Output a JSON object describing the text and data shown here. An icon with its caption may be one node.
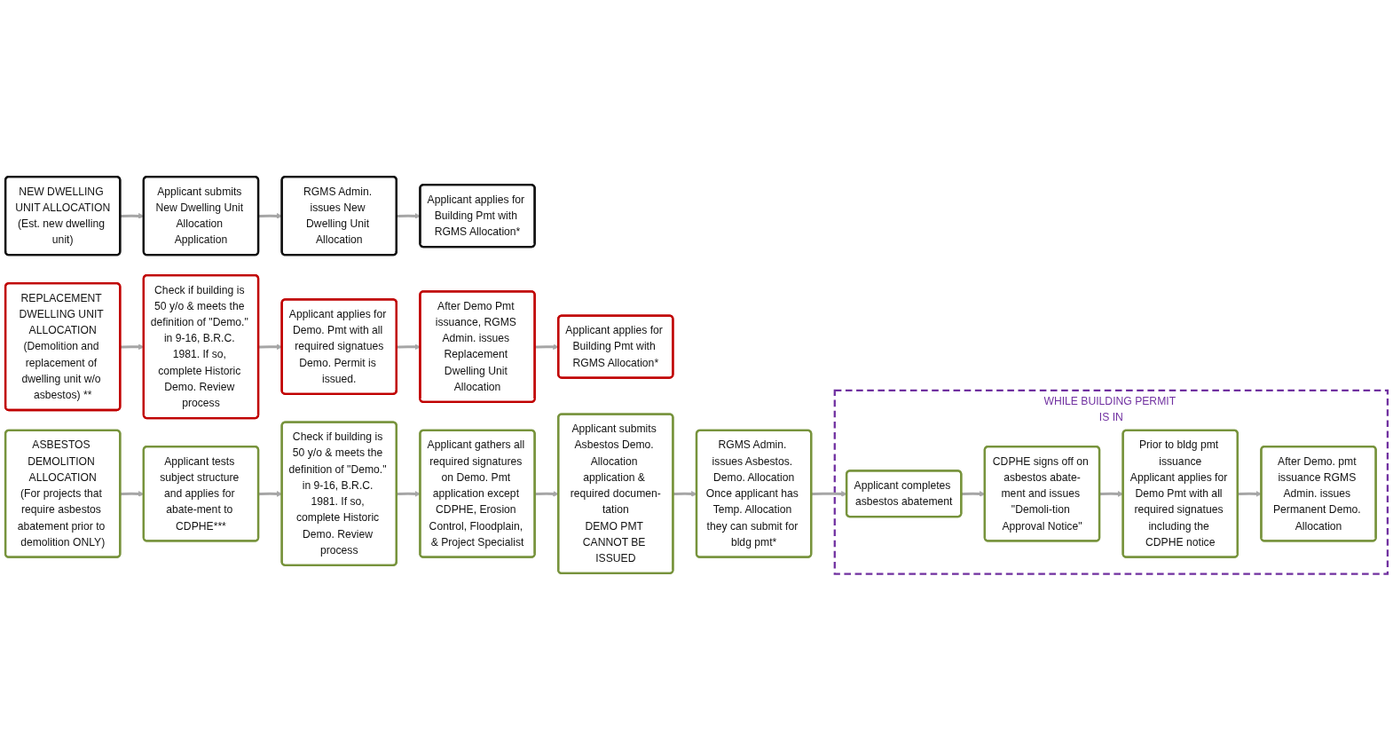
{
  "diagram": {
    "nodes": [
      {
        "text": [
          "NEW DWELLING UNIT ALLOCATION",
          "(Est. new dwelling unit)"
        ]
      },
      {
        "text": [
          "Applicant submits New Dwelling Unit Allocation Application"
        ]
      },
      {
        "text": [
          "RGMS Admin. issues New Dwelling Unit Allocation"
        ]
      },
      {
        "text": [
          "Applicant applies for Building Pmt with RGMS Allocation*"
        ]
      },
      {
        "text": [
          "REPLACEMENT DWELLING UNIT ALLOCATION",
          "(Demolition and replacement of dwelling unit w/o asbestos) **"
        ]
      },
      {
        "text": [
          "Check if building is 50 y/o & meets the definition of \"Demo.\" in 9-16, B.R.C. 1981. If so, complete Historic Demo. Review process"
        ]
      },
      {
        "text": [
          "Applicant applies for Demo. Pmt with all required signatues",
          "Demo. Permit is issued."
        ]
      },
      {
        "text": [
          "After Demo Pmt issuance, RGMS Admin. issues Replacement Dwelling Unit Allocation"
        ]
      },
      {
        "text": [
          "Applicant applies for Building Pmt with RGMS Allocation*"
        ]
      },
      {
        "text": [
          "ASBESTOS DEMOLITION ALLOCATION",
          "(For projects that require asbestos abatement prior to demolition ONLY)"
        ]
      },
      {
        "text": [
          "Applicant tests subject structure and applies for abate-ment to CDPHE***"
        ]
      },
      {
        "text": [
          "Check if building is 50 y/o & meets the definition of \"Demo.\" in 9-16, B.R.C. 1981. If so, complete Historic Demo. Review process"
        ]
      },
      {
        "text": [
          "Applicant gathers all required signatures on Demo. Pmt application except CDPHE, Erosion Control, Floodplain, & Project Specialist"
        ]
      },
      {
        "text": [
          "Applicant submits Asbestos Demo. Allocation application & required documen-tation",
          "DEMO PMT CANNOT BE ISSUED"
        ]
      },
      {
        "text": [
          "RGMS Admin. issues Asbestos. Demo. Allocation",
          "Once applicant has Temp. Allocation they can submit for bldg pmt*"
        ]
      },
      {
        "text": [
          "WHILE BUILDING PERMIT IS IN"
        ]
      },
      {
        "text": [
          "Applicant completes asbestos abatement"
        ],
        "in": 15
      },
      {
        "text": [
          "CDPHE signs off on asbestos abate-ment and issues \"Demoli-tion Approval Notice\""
        ],
        "in": 15
      },
      {
        "text": [
          "Prior to bldg pmt issuance",
          "Applicant applies for Demo Pmt with all required signatues including the CDPHE notice"
        ],
        "in": 15
      },
      {
        "text": [
          "After Demo. pmt issuance RGMS Admin. issues Permanent Demo. Allocation"
        ],
        "in": 15
      }
    ],
    "edges": [
      {
        "from": 0,
        "to": 1,
        "arrow": "to"
      },
      {
        "from": 1,
        "to": 2,
        "arrow": "to"
      },
      {
        "from": 2,
        "to": 3,
        "arrow": "to"
      },
      {
        "from": 4,
        "to": 5,
        "arrow": "to"
      },
      {
        "from": 5,
        "to": 6,
        "arrow": "to"
      },
      {
        "from": 6,
        "to": 7,
        "arrow": "to"
      },
      {
        "from": 7,
        "to": 8,
        "arrow": "to"
      },
      {
        "from": 9,
        "to": 10,
        "arrow": "to"
      },
      {
        "from": 10,
        "to": 11,
        "arrow": "to"
      },
      {
        "from": 11,
        "to": 12,
        "arrow": "to"
      },
      {
        "from": 12,
        "to": 13,
        "arrow": "to"
      },
      {
        "from": 13,
        "to": 14,
        "arrow": "to"
      },
      {
        "from": 14,
        "to": 16,
        "arrow": "to"
      },
      {
        "from": 16,
        "to": 17,
        "arrow": "to"
      },
      {
        "from": 17,
        "to": 18,
        "arrow": "to"
      },
      {
        "from": 18,
        "to": 19,
        "arrow": "to"
      }
    ]
  }
}
